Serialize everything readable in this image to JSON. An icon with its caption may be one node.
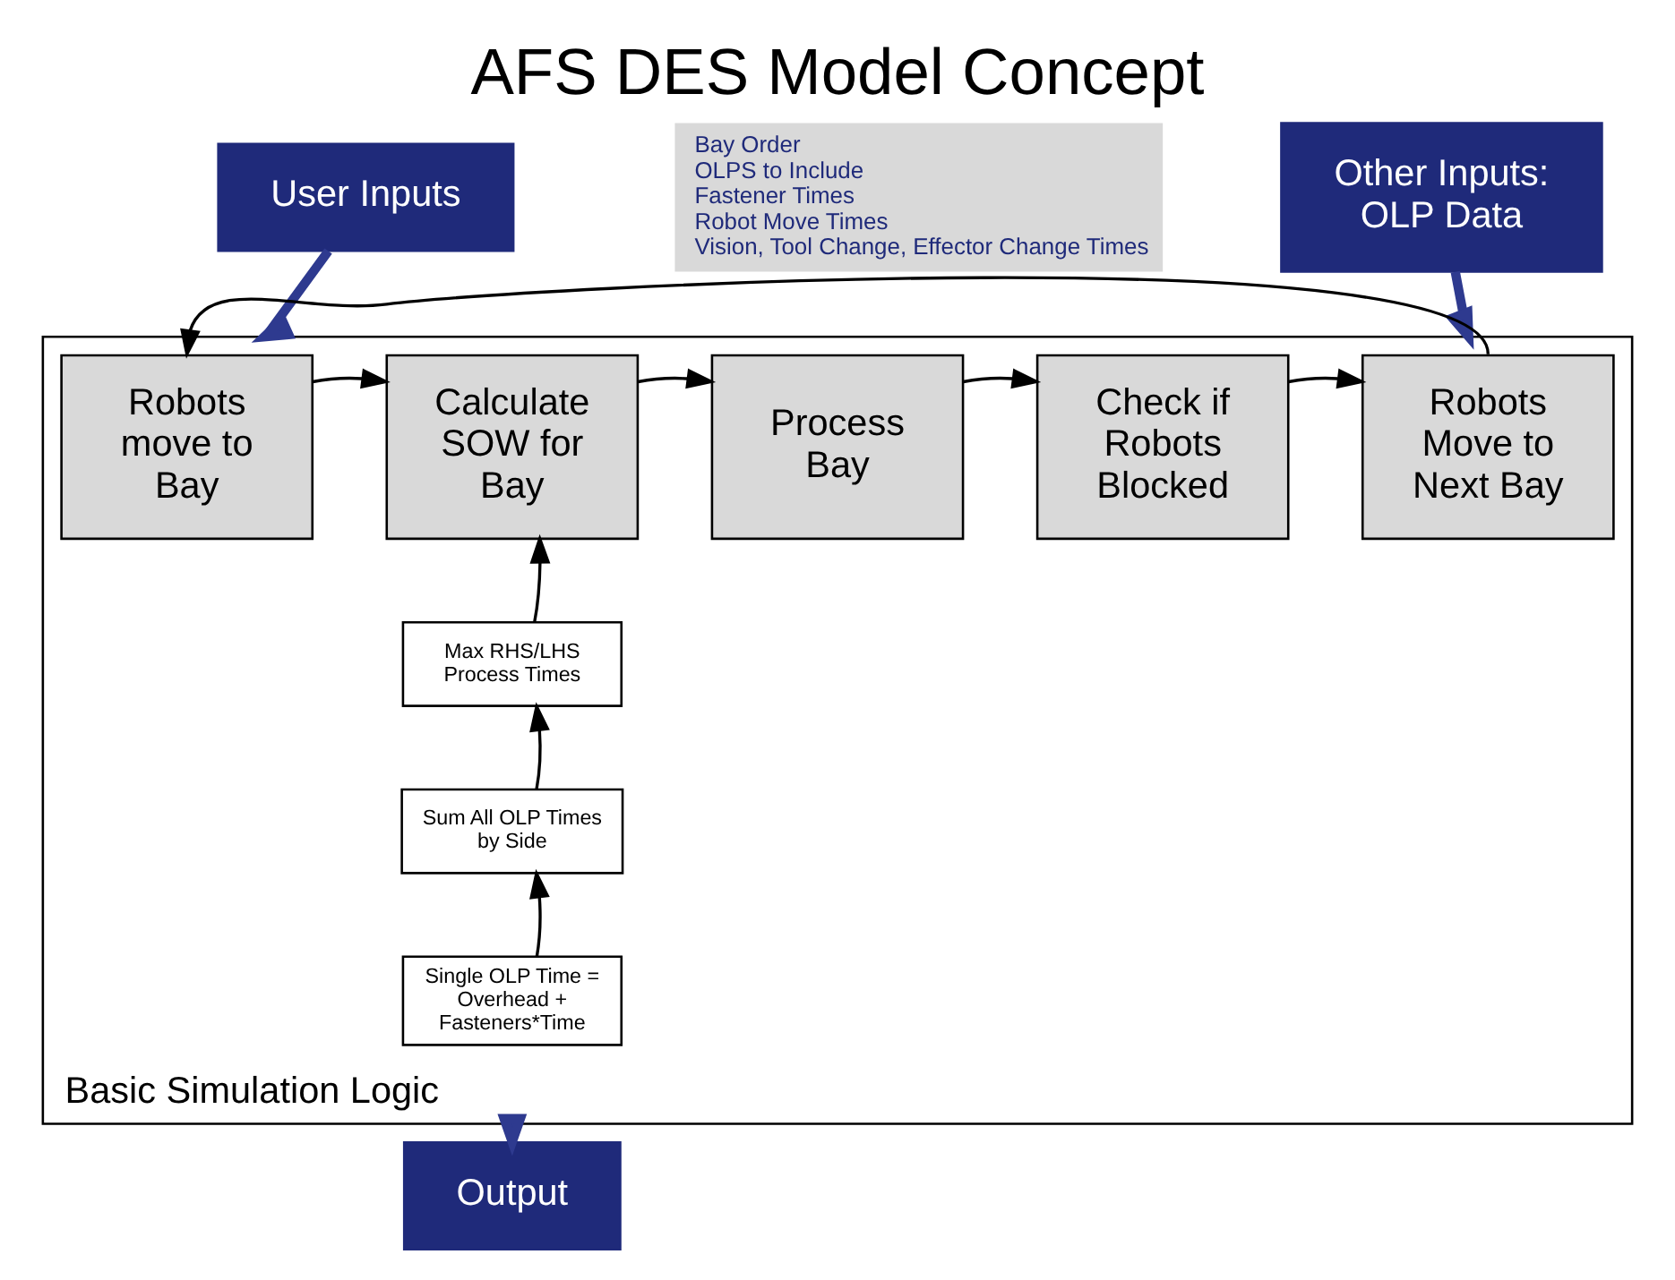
{
  "diagram": {
    "title": "AFS DES Model Concept",
    "nodes": [
      {
        "text": [
          "User Inputs"
        ]
      },
      {
        "text": [
          "Bay Order",
          "OLPS to Include",
          "Fastener Times",
          "Robot Move Times",
          "Vision, Tool Change, Effector Change Times"
        ]
      },
      {
        "text": [
          "Other Inputs: OLP Data"
        ]
      },
      {
        "text": [
          "Basic Simulation Logic"
        ]
      },
      {
        "text": [
          "Robots move to Bay"
        ],
        "in": 3
      },
      {
        "text": [
          "Calculate SOW for Bay"
        ],
        "in": 3
      },
      {
        "text": [
          "Process Bay"
        ],
        "in": 3
      },
      {
        "text": [
          "Check if Robots Blocked"
        ],
        "in": 3
      },
      {
        "text": [
          "Robots Move to Next Bay"
        ],
        "in": 3
      },
      {
        "text": [
          "Max RHS/LHS Process Times"
        ],
        "in": 3
      },
      {
        "text": [
          "Sum All OLP Times by Side"
        ],
        "in": 3
      },
      {
        "text": [
          "Single OLP Time = Overhead + Fasteners*Time"
        ],
        "in": 3
      },
      {
        "text": [
          "Output"
        ]
      }
    ],
    "edges": [
      {
        "from": 0,
        "to": 3,
        "arrow": "to",
        "style": "thick",
        "color": "#2e3a8f"
      },
      {
        "from": 2,
        "to": 3,
        "arrow": "to",
        "style": "thick",
        "color": "#2e3a8f"
      },
      {
        "from": 4,
        "to": 5,
        "arrow": "to"
      },
      {
        "from": 5,
        "to": 6,
        "arrow": "to"
      },
      {
        "from": 6,
        "to": 7,
        "arrow": "to"
      },
      {
        "from": 7,
        "to": 8,
        "arrow": "to"
      },
      {
        "from": 8,
        "to": 4,
        "arrow": "to"
      },
      {
        "from": 9,
        "to": 5,
        "arrow": "to"
      },
      {
        "from": 10,
        "to": 9,
        "arrow": "to"
      },
      {
        "from": 11,
        "to": 10,
        "arrow": "to"
      },
      {
        "from": 3,
        "to": 12,
        "arrow": "to",
        "style": "thick",
        "color": "#2e3a8f"
      }
    ]
  }
}
